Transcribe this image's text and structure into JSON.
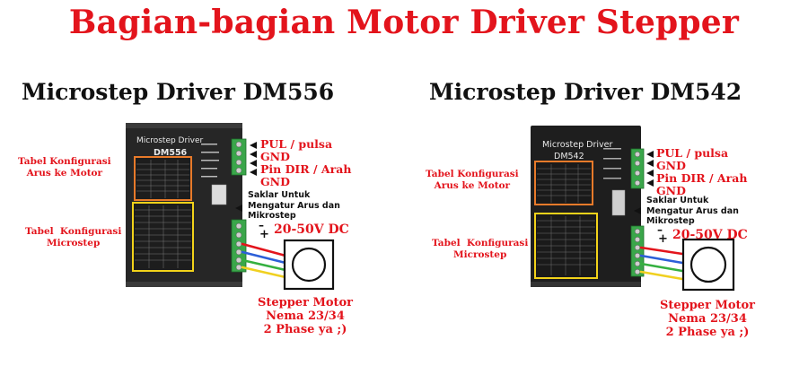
{
  "title": "Bagian-bagian Motor Driver Stepper",
  "left": {
    "heading": "Microstep Driver DM556",
    "panel_title": "Microstep  Driver",
    "model": "DM556",
    "current_table_label": "Tabel Konfigurasi\nArus ke Motor",
    "microstep_table_label": "Tabel  Konfigurasi\nMicrostep",
    "terminals": [
      "PUL / pulsa",
      "GND",
      "Pin DIR / Arah",
      "GND"
    ],
    "switch_label": "Saklar Untuk\nMengatur Arus dan\nMikrostep",
    "power_minus": "–",
    "power_plus": "+",
    "voltage": "20-50V DC",
    "motor_label": "Stepper Motor\nNema 23/34\n2 Phase ya ;)"
  },
  "right": {
    "heading": "Microstep Driver DM542",
    "panel_title": "Microstep Driver",
    "model": "DM542",
    "current_table_label": "Tabel Konfigurasi\nArus ke Motor",
    "microstep_table_label": "Tabel  Konfigurasi\nMicrostep",
    "terminals": [
      "PUL / pulsa",
      "GND",
      "Pin DIR / Arah",
      "GND"
    ],
    "switch_label": "Saklar Untuk\nMengatur Arus dan\nMikrostep",
    "power_minus": "–",
    "power_plus": "+",
    "voltage": "20-50V DC",
    "motor_label": "Stepper Motor\nNema 23/34\n2 Phase ya ;)"
  },
  "colors": {
    "title_red": "#e3141c",
    "driver_body": "#262626",
    "current_table_border": "#e87a2a",
    "microstep_table_border": "#f2d21a",
    "terminal_green": "#3aa64a",
    "wire_red": "#e3141c",
    "wire_blue": "#2c5fd8",
    "wire_green": "#35b040",
    "wire_yellow": "#f0d020"
  }
}
